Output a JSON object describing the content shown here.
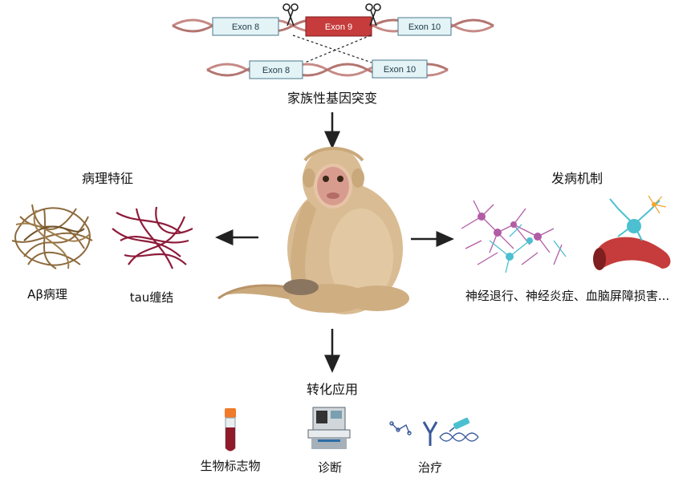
{
  "top": {
    "strand1": {
      "exon_left": "Exon 8",
      "exon_mid": "Exon 9",
      "exon_right": "Exon 10"
    },
    "strand2": {
      "exon_left": "Exon 8",
      "exon_right": "Exon 10"
    },
    "caption": "家族性基因突变"
  },
  "left": {
    "title": "病理特征",
    "items": [
      {
        "label": "Aβ病理"
      },
      {
        "label": "tau缠结"
      }
    ]
  },
  "right": {
    "title": "发病机制",
    "caption": "神经退行、神经炎症、血脑屏障损害..."
  },
  "bottom": {
    "title": "转化应用",
    "items": [
      {
        "label": "生物标志物"
      },
      {
        "label": "诊断"
      },
      {
        "label": "治疗"
      }
    ]
  },
  "colors": {
    "dna_strand": "#c68a86",
    "exon_fill": "#e3f3f6",
    "exon_border": "#4a7a8c",
    "exon9_fill": "#c63b3b",
    "arrow": "#222222",
    "monkey_fur": "#d9bc93",
    "neuron_purple": "#b25ca6",
    "neuron_cyan": "#4cc0d0",
    "amyloid": "#8d6a3c",
    "tau": "#8e1b3a"
  }
}
